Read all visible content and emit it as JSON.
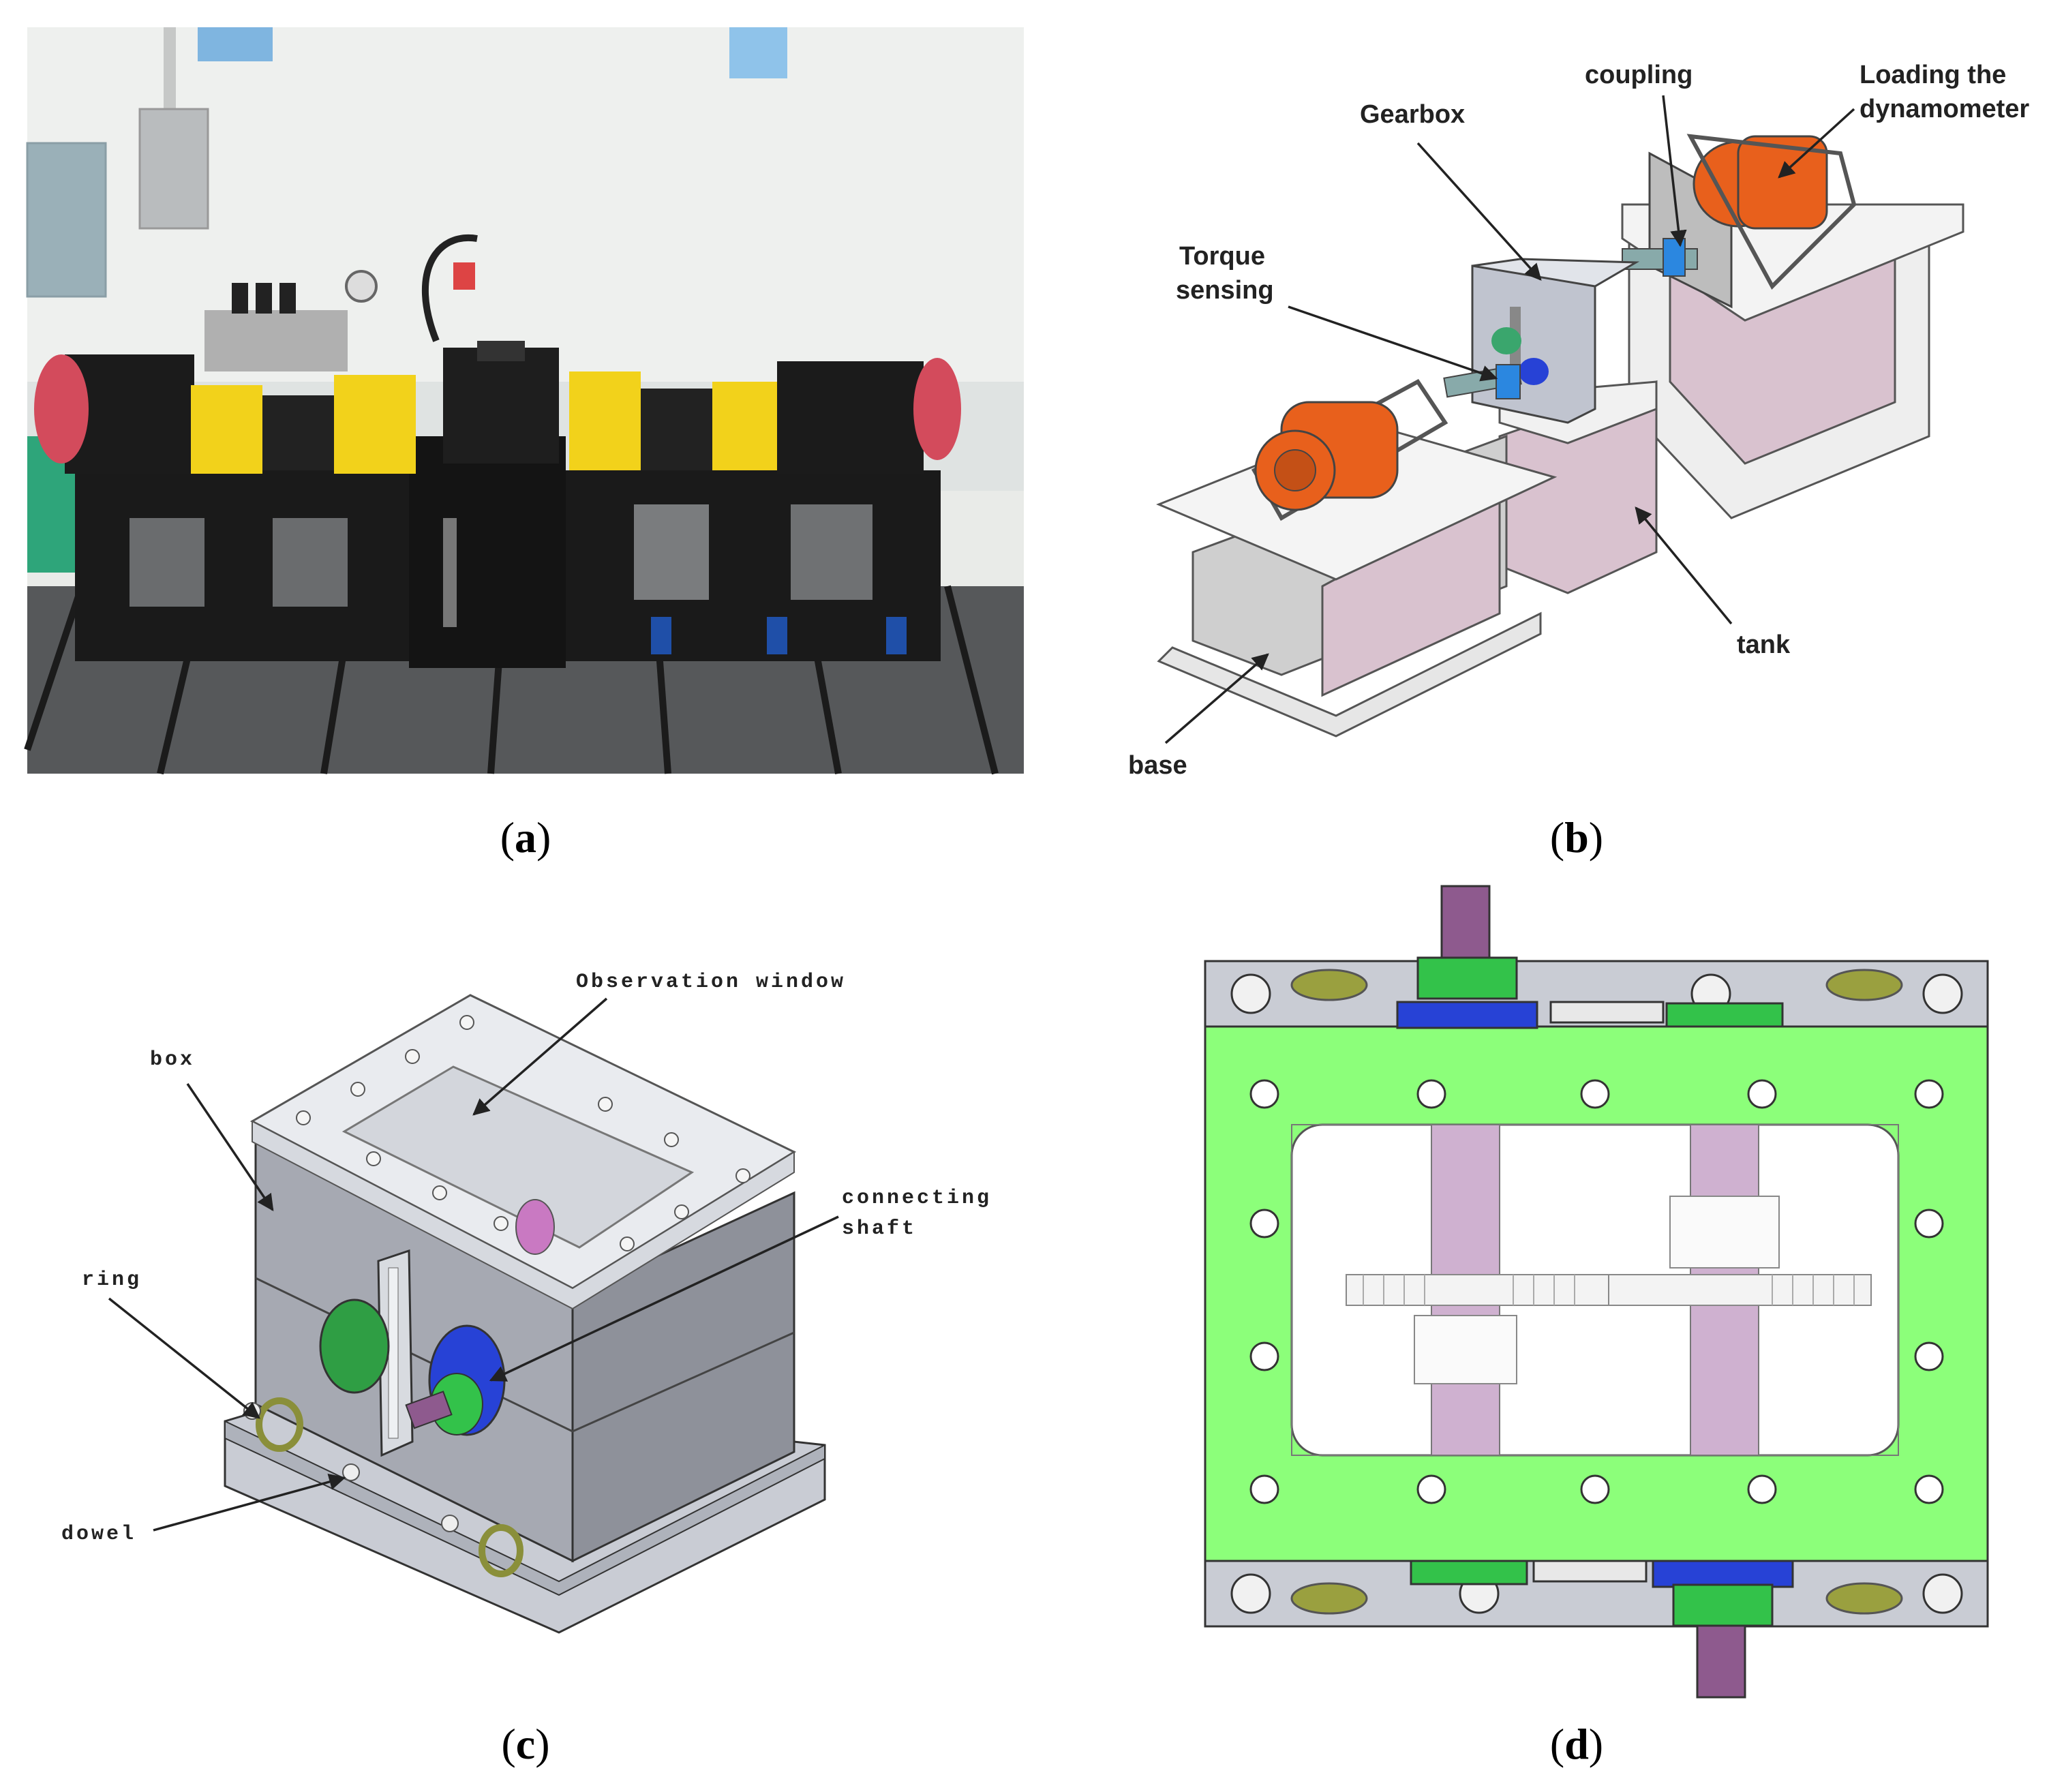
{
  "panels": {
    "a": {
      "caption_letter": "a"
    },
    "b": {
      "caption_letter": "b",
      "labels": {
        "gearbox": "Gearbox",
        "coupling": "coupling",
        "loading_line1": "Loading the",
        "loading_line2": "dynamometer",
        "torque_line1": "Torque",
        "torque_line2": "sensing",
        "tank": "tank",
        "base": "base"
      }
    },
    "c": {
      "caption_letter": "c",
      "labels": {
        "observation_window": "Observation window",
        "box": "box",
        "connecting_line1": "connecting",
        "connecting_line2": "shaft",
        "ring": "ring",
        "dowel": "dowel"
      }
    },
    "d": {
      "caption_letter": "d"
    }
  },
  "colors": {
    "machine_black": "#1a1a1a",
    "machine_yellow": "#f2d21b",
    "motor_orange": "#e8601c",
    "base_gray": "#c8c4c8",
    "tank_pink": "#d9c2cf",
    "box_gray": "#9a9ca4",
    "plate_green": "#8cff7a",
    "shaft_purple": "#8e5a8e",
    "flange_blue": "#2742d6",
    "collar_green": "#33c24a"
  }
}
